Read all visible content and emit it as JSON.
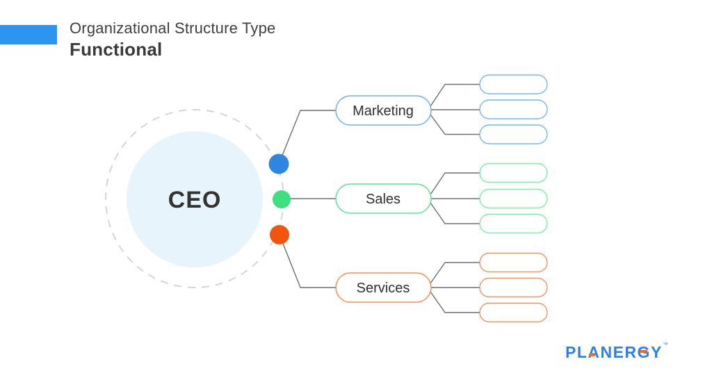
{
  "header": {
    "title": "Organizational Structure Type",
    "subtitle": "Functional"
  },
  "diagram": {
    "type": "org-chart-mindmap",
    "root": {
      "label": "CEO"
    },
    "branches": [
      {
        "label": "Marketing",
        "color": "#2e86e0",
        "children_count": 3,
        "children_labels": [
          "",
          "",
          ""
        ]
      },
      {
        "label": "Sales",
        "color": "#3ce081",
        "children_count": 3,
        "children_labels": [
          "",
          "",
          ""
        ]
      },
      {
        "label": "Services",
        "color": "#f2560d",
        "children_count": 3,
        "children_labels": [
          "",
          "",
          ""
        ]
      }
    ]
  },
  "footer": {
    "logo_text": "PLANERGY",
    "trademark": "™"
  },
  "colors": {
    "accent_blue": "#2b95f0",
    "dot_blue": "#2e86e0",
    "dot_green": "#3ce081",
    "dot_orange": "#f2560d",
    "pill_blue_border": "#6fb1f2",
    "pill_green_border": "#5ce392",
    "pill_orange_border": "#f0905a",
    "child_blue_border": "#74b6f5",
    "child_green_border": "#7ceda8",
    "child_orange_border": "#f2945e",
    "line_gray": "#6e6e6e",
    "circle_fill": "#e8f4fc",
    "circle_dash": "#d6d6d6",
    "text_dark": "#333333",
    "logo_blue": "#2e80e8",
    "logo_orange": "#f26a1b"
  }
}
